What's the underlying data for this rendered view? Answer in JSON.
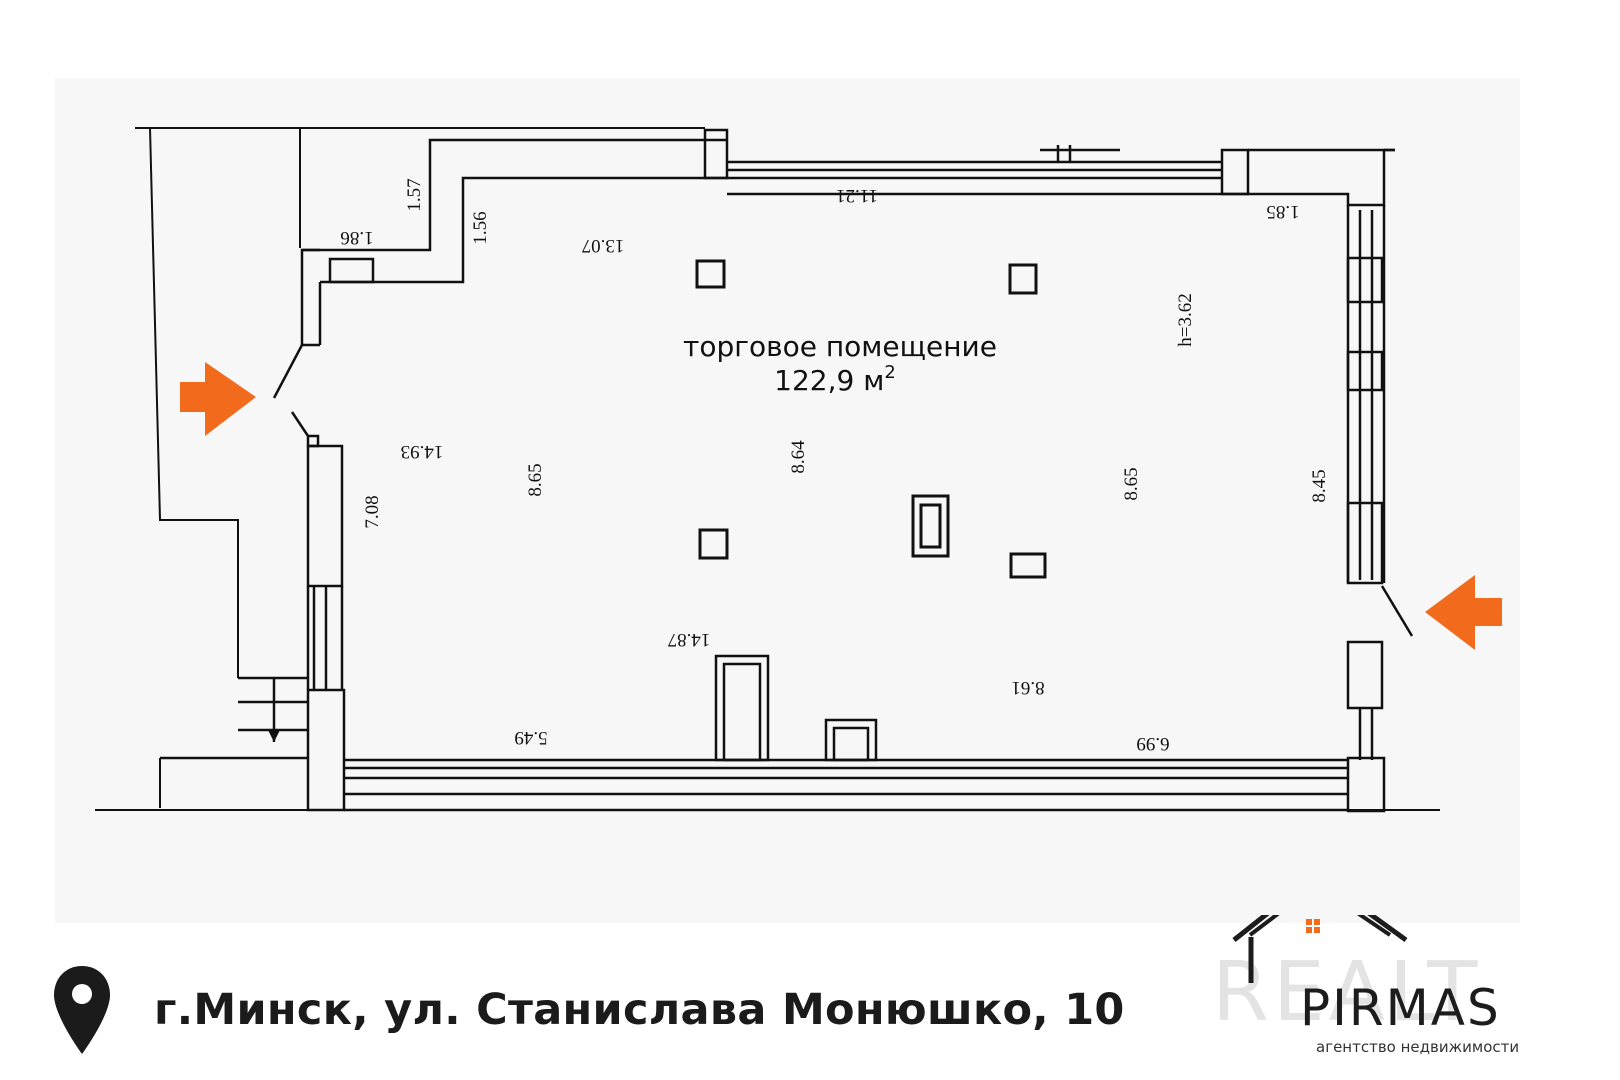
{
  "plan": {
    "room_name": "торговое помещение",
    "room_area": "122,9 м",
    "room_area_sup": "2",
    "dimensions": {
      "top_wall": "11.21",
      "top_left_inner": "13.07",
      "ledge_left": "1.86",
      "ledge_up": "1.57",
      "ledge_side": "1.56",
      "top_right": "1.85",
      "height": "h=3.62",
      "left_wall": "7.08",
      "left_upper": "14.93",
      "col_left": "8.65",
      "col_mid": "8.64",
      "col_right": "8.65",
      "right_wall": "8.45",
      "bottom_inner": "14.87",
      "bottom_right": "8.61",
      "bottom_left": "5.49",
      "bottom_right_wall": "6.99"
    },
    "accent_color": "#f26a1b"
  },
  "address": {
    "icon": "location-pin-icon",
    "text": "г.Минск, ул. Станислава Монюшко, 10"
  },
  "logo": {
    "brand": "PIRMAS",
    "tagline": "агентство недвижимости",
    "watermark": "REALT"
  }
}
